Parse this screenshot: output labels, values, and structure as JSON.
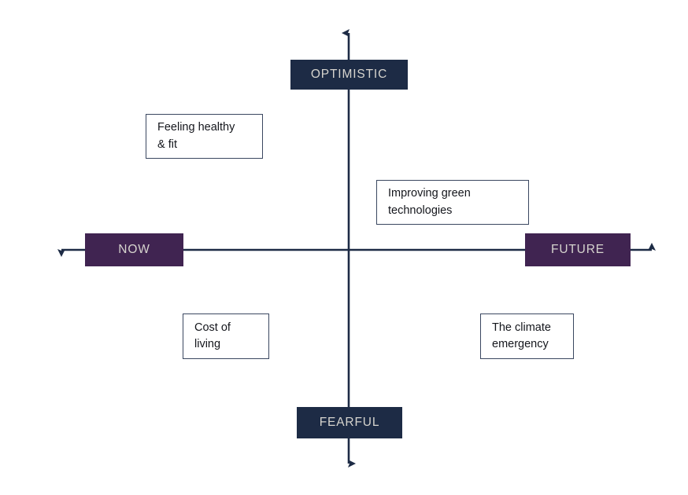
{
  "diagram": {
    "type": "2x2-quadrant-matrix",
    "background_color": "#ffffff",
    "axes": {
      "vertical": {
        "top_label": "OPTIMISTIC",
        "bottom_label": "FEARFUL",
        "line_color": "#1d2b45",
        "label_box_color": "#1d2b45",
        "label_text_color": "#d6d4ce"
      },
      "horizontal": {
        "left_label": "NOW",
        "right_label": "FUTURE",
        "line_color": "#1d2b45",
        "label_box_color": "#402451",
        "label_text_color": "#d6d4ce"
      }
    },
    "notes": [
      {
        "id": "feeling-healthy",
        "text": "Feeling healthy\n& fit",
        "quadrant": "now-optimistic",
        "border_color": "#3a4760",
        "fill_color": "#ffffff",
        "text_color": "#14161c"
      },
      {
        "id": "improving-green-technologies",
        "text": "Improving green\ntechnologies",
        "quadrant": "future-optimistic",
        "border_color": "#3a4760",
        "fill_color": "#ffffff",
        "text_color": "#14161c"
      },
      {
        "id": "cost-of-living",
        "text": "Cost of\nliving",
        "quadrant": "now-fearful",
        "border_color": "#3a4760",
        "fill_color": "#ffffff",
        "text_color": "#14161c"
      },
      {
        "id": "the-climate-emergency",
        "text": "The climate\nemergency",
        "quadrant": "future-fearful",
        "border_color": "#3a4760",
        "fill_color": "#ffffff",
        "text_color": "#14161c"
      }
    ]
  }
}
